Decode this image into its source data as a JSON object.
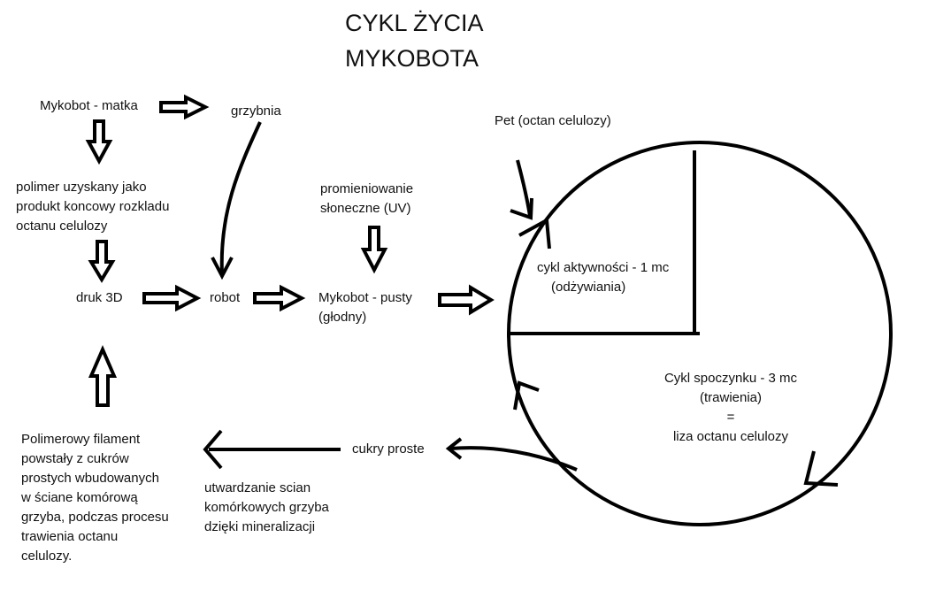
{
  "title": {
    "line1": "CYKL ŻYCIA",
    "line2": "MYKOBOTA"
  },
  "nodes": {
    "mother": "Mykobot - matka",
    "mycelium": "grzybnia",
    "polymer": [
      "polimer uzyskany jako",
      "produkt koncowy rozkladu",
      "octanu celulozy"
    ],
    "print3d": "druk 3D",
    "robot": "robot",
    "empty_mykobot": [
      "Mykobot - pusty",
      "(głodny)"
    ],
    "uv": [
      "promieniowanie",
      "słoneczne (UV)"
    ],
    "pet": "Pet (octan celulozy)",
    "active_cycle": [
      "cykl aktywności - 1 mc",
      "(odżywiania)"
    ],
    "rest_cycle": [
      "Cykl spoczynku - 3 mc",
      "(trawienia)",
      "=",
      "liza octanu celulozy"
    ],
    "simple_sugars": "cukry proste",
    "hardening": [
      "utwardzanie scian",
      "komórkowych grzyba",
      "dzięki mineralizacji"
    ],
    "filament": [
      "Polimerowy filament",
      "powstały z cukrów",
      "prostych wbudowanych",
      "w ściane komórową",
      "grzyba, podczas procesu",
      "trawienia octanu",
      "celulozy."
    ]
  },
  "colors": {
    "ink": "#000000",
    "background": "#ffffff"
  }
}
